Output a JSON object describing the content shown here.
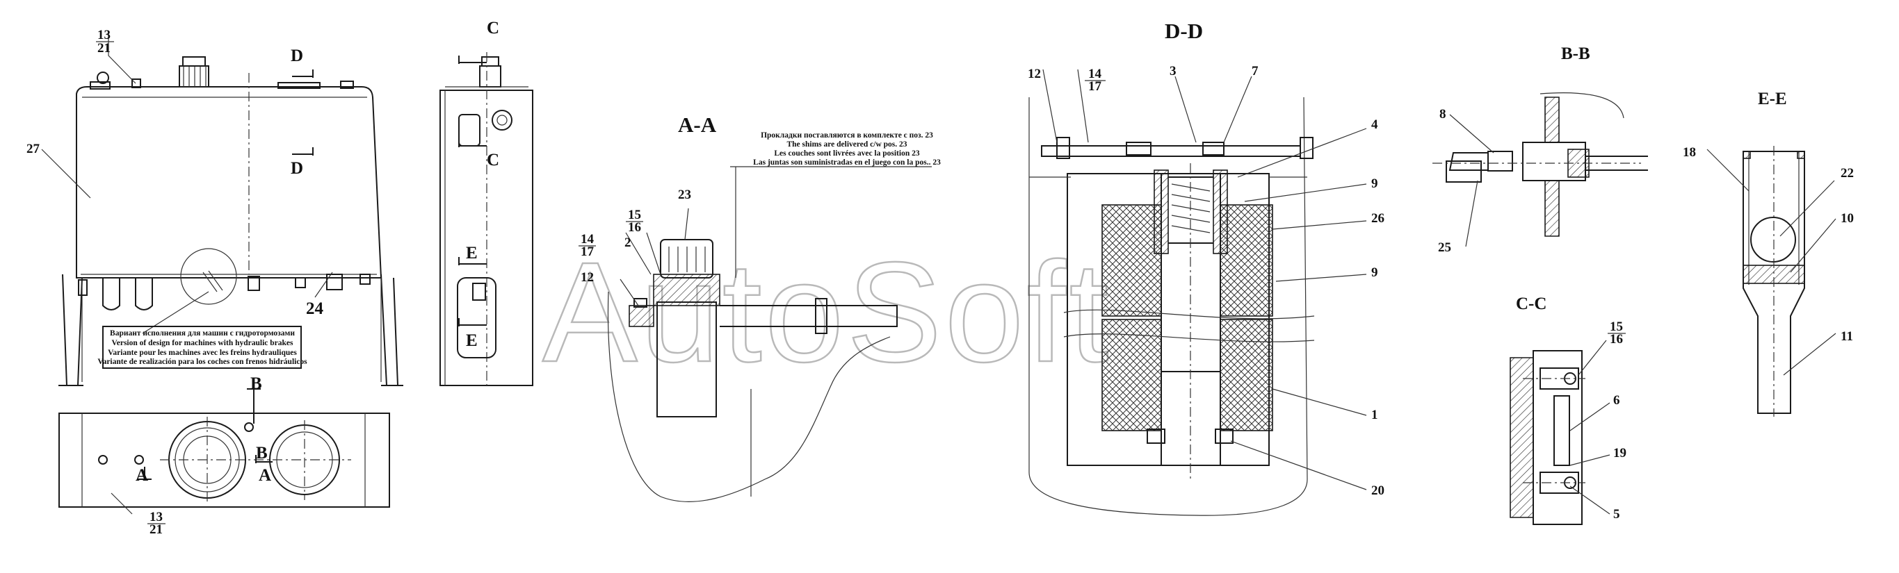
{
  "watermark": "AutoSoft",
  "section_titles": {
    "aa": "A-A",
    "dd": "D-D",
    "bb": "B-B",
    "ee": "E-E",
    "cc": "C-C"
  },
  "view_markers": {
    "d_top": "D",
    "d_mid": "D",
    "c_top": "C",
    "c_mid": "C",
    "e_top": "E",
    "e_bot": "E",
    "b_top": "B",
    "b_bot": "B",
    "a_left": "A",
    "a_right": "A"
  },
  "notes": {
    "brakes": [
      "Вариант исполнения для машин с гидротормозами",
      "Version of design for machines with hydraulic brakes",
      "Variante pour les machines avec les freins hydrauliques",
      "Variante de realización para los coches con frenos hidráulicos"
    ],
    "shims": [
      "Прокладки поставляются в комплекте с поз. 23",
      "The shims are delivered c/w pos. 23",
      "Les couches sont livrées avec la position 23",
      "Las juntas son suministradas en el juego con la  pos.. 23"
    ]
  },
  "callouts": {
    "front_13": "13",
    "front_21": "21",
    "front_27": "27",
    "front_24": "24",
    "top_13": "13",
    "top_21": "21",
    "aa_23": "23",
    "aa_15": "15",
    "aa_16": "16",
    "aa_14": "14",
    "aa_17": "17",
    "aa_2": "2",
    "aa_12": "12",
    "dd_12": "12",
    "dd_14": "14",
    "dd_17": "17",
    "dd_3": "3",
    "dd_7": "7",
    "dd_4": "4",
    "dd_9a": "9",
    "dd_26": "26",
    "dd_9b": "9",
    "dd_1": "1",
    "dd_20": "20",
    "bb_8": "8",
    "bb_25": "25",
    "ee_18": "18",
    "ee_22": "22",
    "ee_10": "10",
    "ee_11": "11",
    "cc_15": "15",
    "cc_16": "16",
    "cc_6": "6",
    "cc_19": "19",
    "cc_5": "5"
  }
}
